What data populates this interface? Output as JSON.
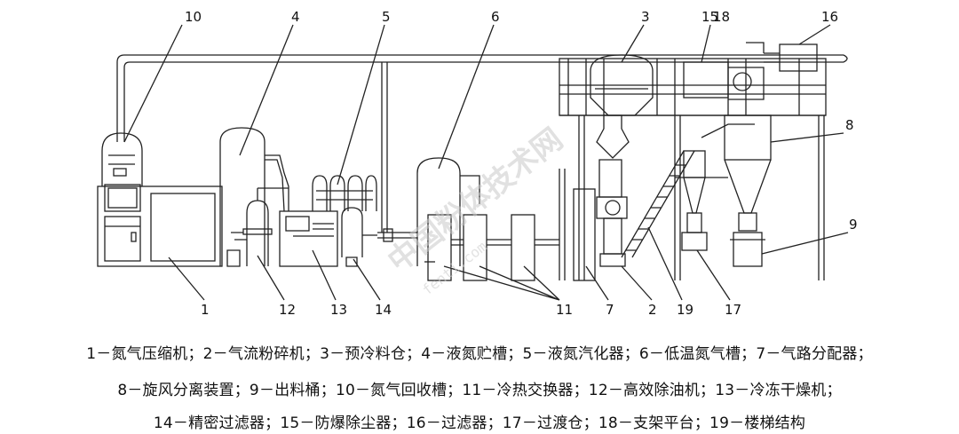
{
  "labels": {
    "n1": "1",
    "n2": "2",
    "n3": "3",
    "n4": "4",
    "n5": "5",
    "n6": "6",
    "n7": "7",
    "n8": "8",
    "n9": "9",
    "n10": "10",
    "n11": "11",
    "n12": "12",
    "n13": "13",
    "n14": "14",
    "n15": "15",
    "n16": "16",
    "n17": "17",
    "n18": "18",
    "n19": "19"
  },
  "watermark": {
    "text": "中国粉体技术网",
    "sub": "fenti.com"
  },
  "caption": {
    "line1": "1－氮气压缩机；2－气流粉碎机；3－预冷料仓；4－液氮贮槽；5－液氮汽化器；6－低温氮气槽；7－气路分配器；",
    "line2": "8－旋风分离装置；9－出料桶；10－氮气回收槽；11－冷热交换器；12－高效除油机；13－冷冻干燥机；",
    "line3": "14－精密过滤器；15－防爆除尘器；16－过滤器；17－过渡仓；18－支架平台；19－楼梯结构"
  }
}
